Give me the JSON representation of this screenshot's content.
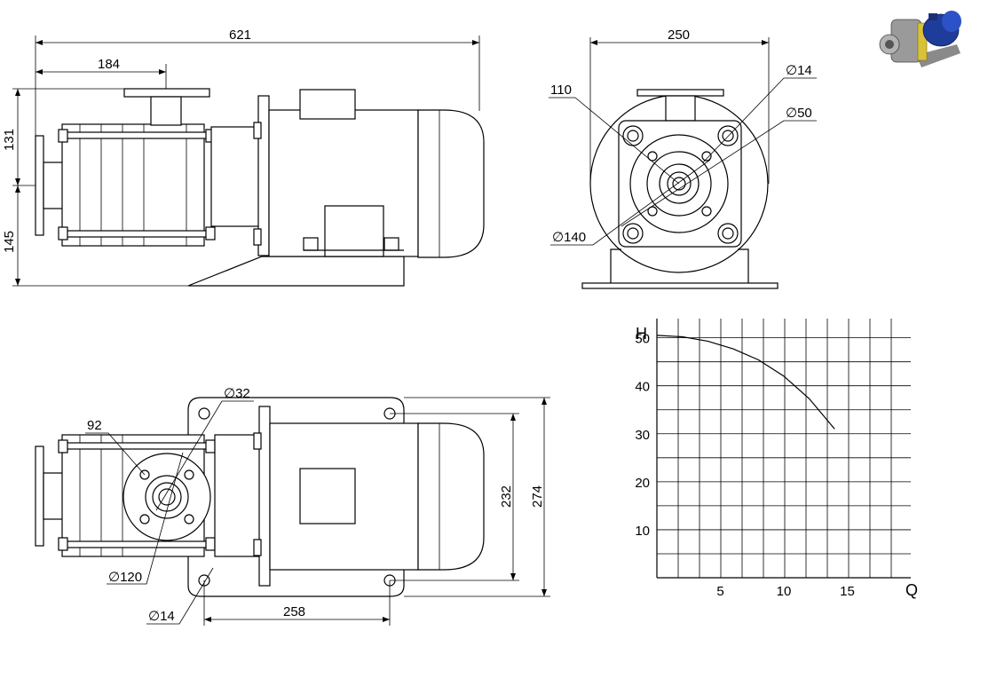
{
  "front_view": {
    "overall_length": "621",
    "inlet_offset": "184",
    "upper_height": "131",
    "lower_height": "145"
  },
  "side_view": {
    "width": "250",
    "d110": "110",
    "d14": "∅14",
    "d50": "∅50",
    "d140": "∅140"
  },
  "top_view": {
    "d32": "∅32",
    "d92": "92",
    "d120": "∅120",
    "d14": "∅14",
    "bolt_spacing_length": "258",
    "bolt_spacing_width": "232",
    "overall_width": "274"
  },
  "chart_data": {
    "type": "line",
    "xlabel": "Q",
    "ylabel": "H",
    "xlim": [
      0,
      20
    ],
    "ylim": [
      0,
      54
    ],
    "x_ticks": [
      "5",
      "10",
      "15"
    ],
    "y_ticks": [
      "10",
      "20",
      "30",
      "40",
      "50"
    ],
    "grid": true,
    "series": [
      {
        "x": [
          0,
          2,
          4,
          6,
          8,
          10,
          12,
          14
        ],
        "y": [
          50.5,
          50.2,
          49.3,
          47.7,
          45.4,
          42,
          37.3,
          31
        ]
      }
    ]
  },
  "thumbnail": {
    "icon": "pump-3d-render-icon",
    "colors": {
      "motor": "#1e3c9a",
      "bracket": "#d8c23a",
      "body": "#9a9a9a"
    }
  }
}
